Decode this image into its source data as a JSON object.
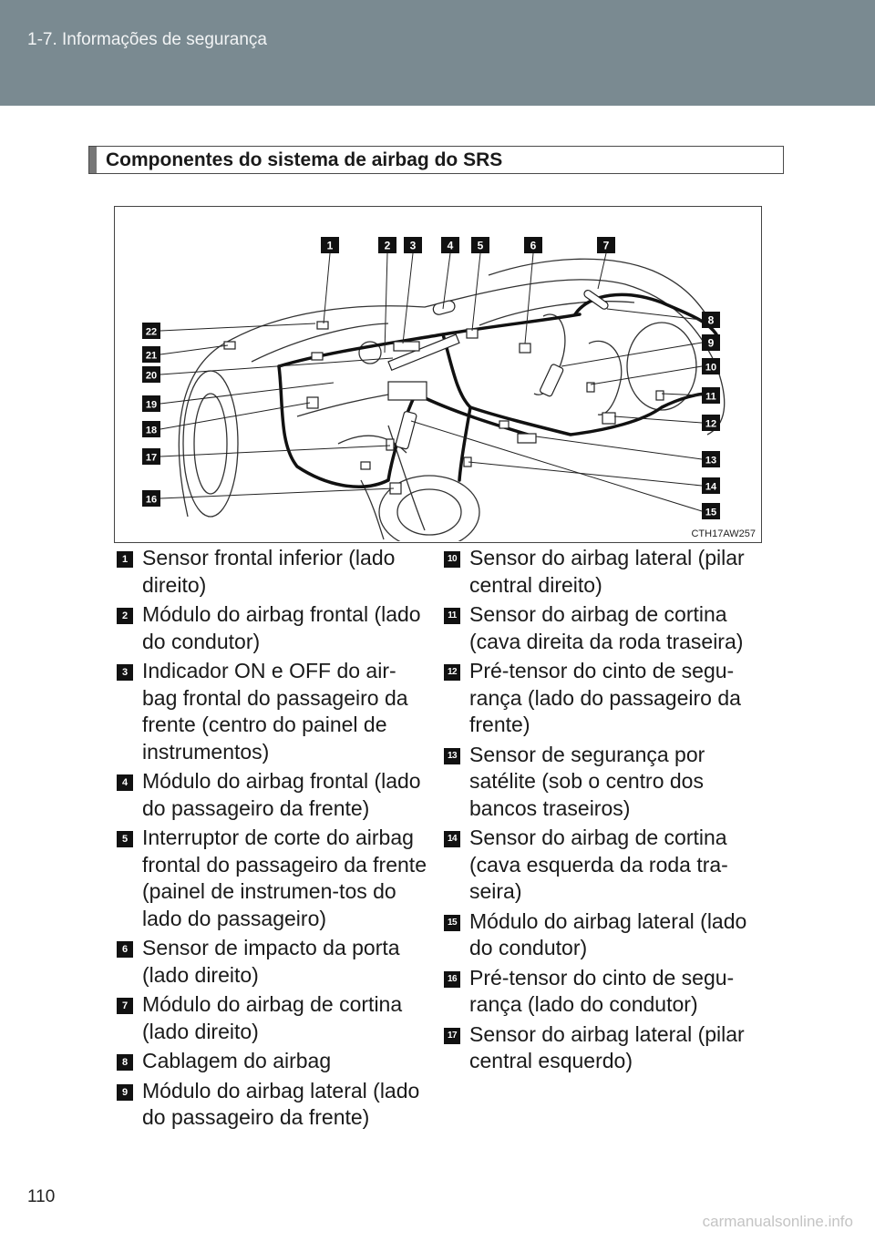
{
  "header": {
    "section": "1-7. Informações de segurança"
  },
  "title": "Componentes do sistema de airbag do SRS",
  "figure": {
    "code": "CTH17AW257",
    "callouts": [
      "1",
      "2",
      "3",
      "4",
      "5",
      "6",
      "7",
      "8",
      "9",
      "10",
      "11",
      "12",
      "13",
      "14",
      "15",
      "16",
      "17",
      "18",
      "19",
      "20",
      "21",
      "22"
    ]
  },
  "legend": {
    "col1": [
      {
        "num": "1",
        "text": "Sensor frontal inferior (lado direito)"
      },
      {
        "num": "2",
        "text": "Módulo do airbag frontal (lado do condutor)"
      },
      {
        "num": "3",
        "text": "Indicador ON e OFF do air-bag frontal do passageiro da frente (centro do painel de instrumentos)"
      },
      {
        "num": "4",
        "text": "Módulo do airbag frontal (lado do passageiro da frente)"
      },
      {
        "num": "5",
        "text": "Interruptor de corte do airbag frontal do passageiro da frente (painel de instrumen-tos do lado do passageiro)"
      },
      {
        "num": "6",
        "text": "Sensor de impacto da porta (lado direito)"
      },
      {
        "num": "7",
        "text": "Módulo do airbag de cortina (lado direito)"
      },
      {
        "num": "8",
        "text": "Cablagem do airbag"
      },
      {
        "num": "9",
        "text": "Módulo do airbag lateral (lado do passageiro da frente)"
      }
    ],
    "col2": [
      {
        "num": "10",
        "text": "Sensor do airbag lateral (pilar central direito)"
      },
      {
        "num": "11",
        "text": "Sensor do airbag de cortina (cava direita da roda traseira)"
      },
      {
        "num": "12",
        "text": "Pré-tensor do cinto de segu-rança (lado do passageiro da frente)"
      },
      {
        "num": "13",
        "text": "Sensor de segurança por satélite (sob o centro dos bancos traseiros)"
      },
      {
        "num": "14",
        "text": "Sensor do airbag de cortina (cava esquerda da roda tra-seira)"
      },
      {
        "num": "15",
        "text": "Módulo do airbag lateral (lado do condutor)"
      },
      {
        "num": "16",
        "text": "Pré-tensor do cinto de segu-rança (lado do condutor)"
      },
      {
        "num": "17",
        "text": "Sensor do airbag lateral (pilar central esquerdo)"
      }
    ]
  },
  "page_number": "110",
  "watermark": "carmanualsonline.info"
}
